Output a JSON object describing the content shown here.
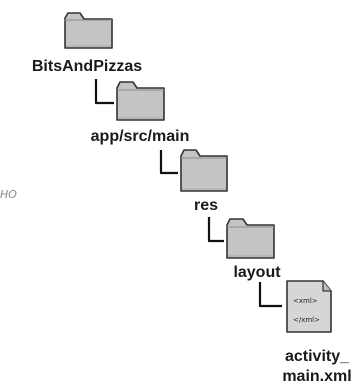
{
  "tree": {
    "margin_note": "HO",
    "nodes": [
      {
        "name": "BitsAndPizzas",
        "kind": "folder",
        "icon": "folder-icon",
        "color": "#bfbfbf"
      },
      {
        "name": "app/src/main",
        "kind": "folder",
        "icon": "folder-icon",
        "color": "#bfbfbf"
      },
      {
        "name": "res",
        "kind": "folder",
        "icon": "folder-icon",
        "color": "#bfbfbf"
      },
      {
        "name": "layout",
        "kind": "folder",
        "icon": "folder-icon",
        "color": "#bfbfbf"
      },
      {
        "name": "activity_main.xml",
        "label_lines": [
          "activity_",
          "main.xml"
        ],
        "kind": "file",
        "icon": "xml-file-icon",
        "tags": [
          "<xml>",
          "</xml>"
        ],
        "color": "#d9d9d9"
      }
    ]
  }
}
